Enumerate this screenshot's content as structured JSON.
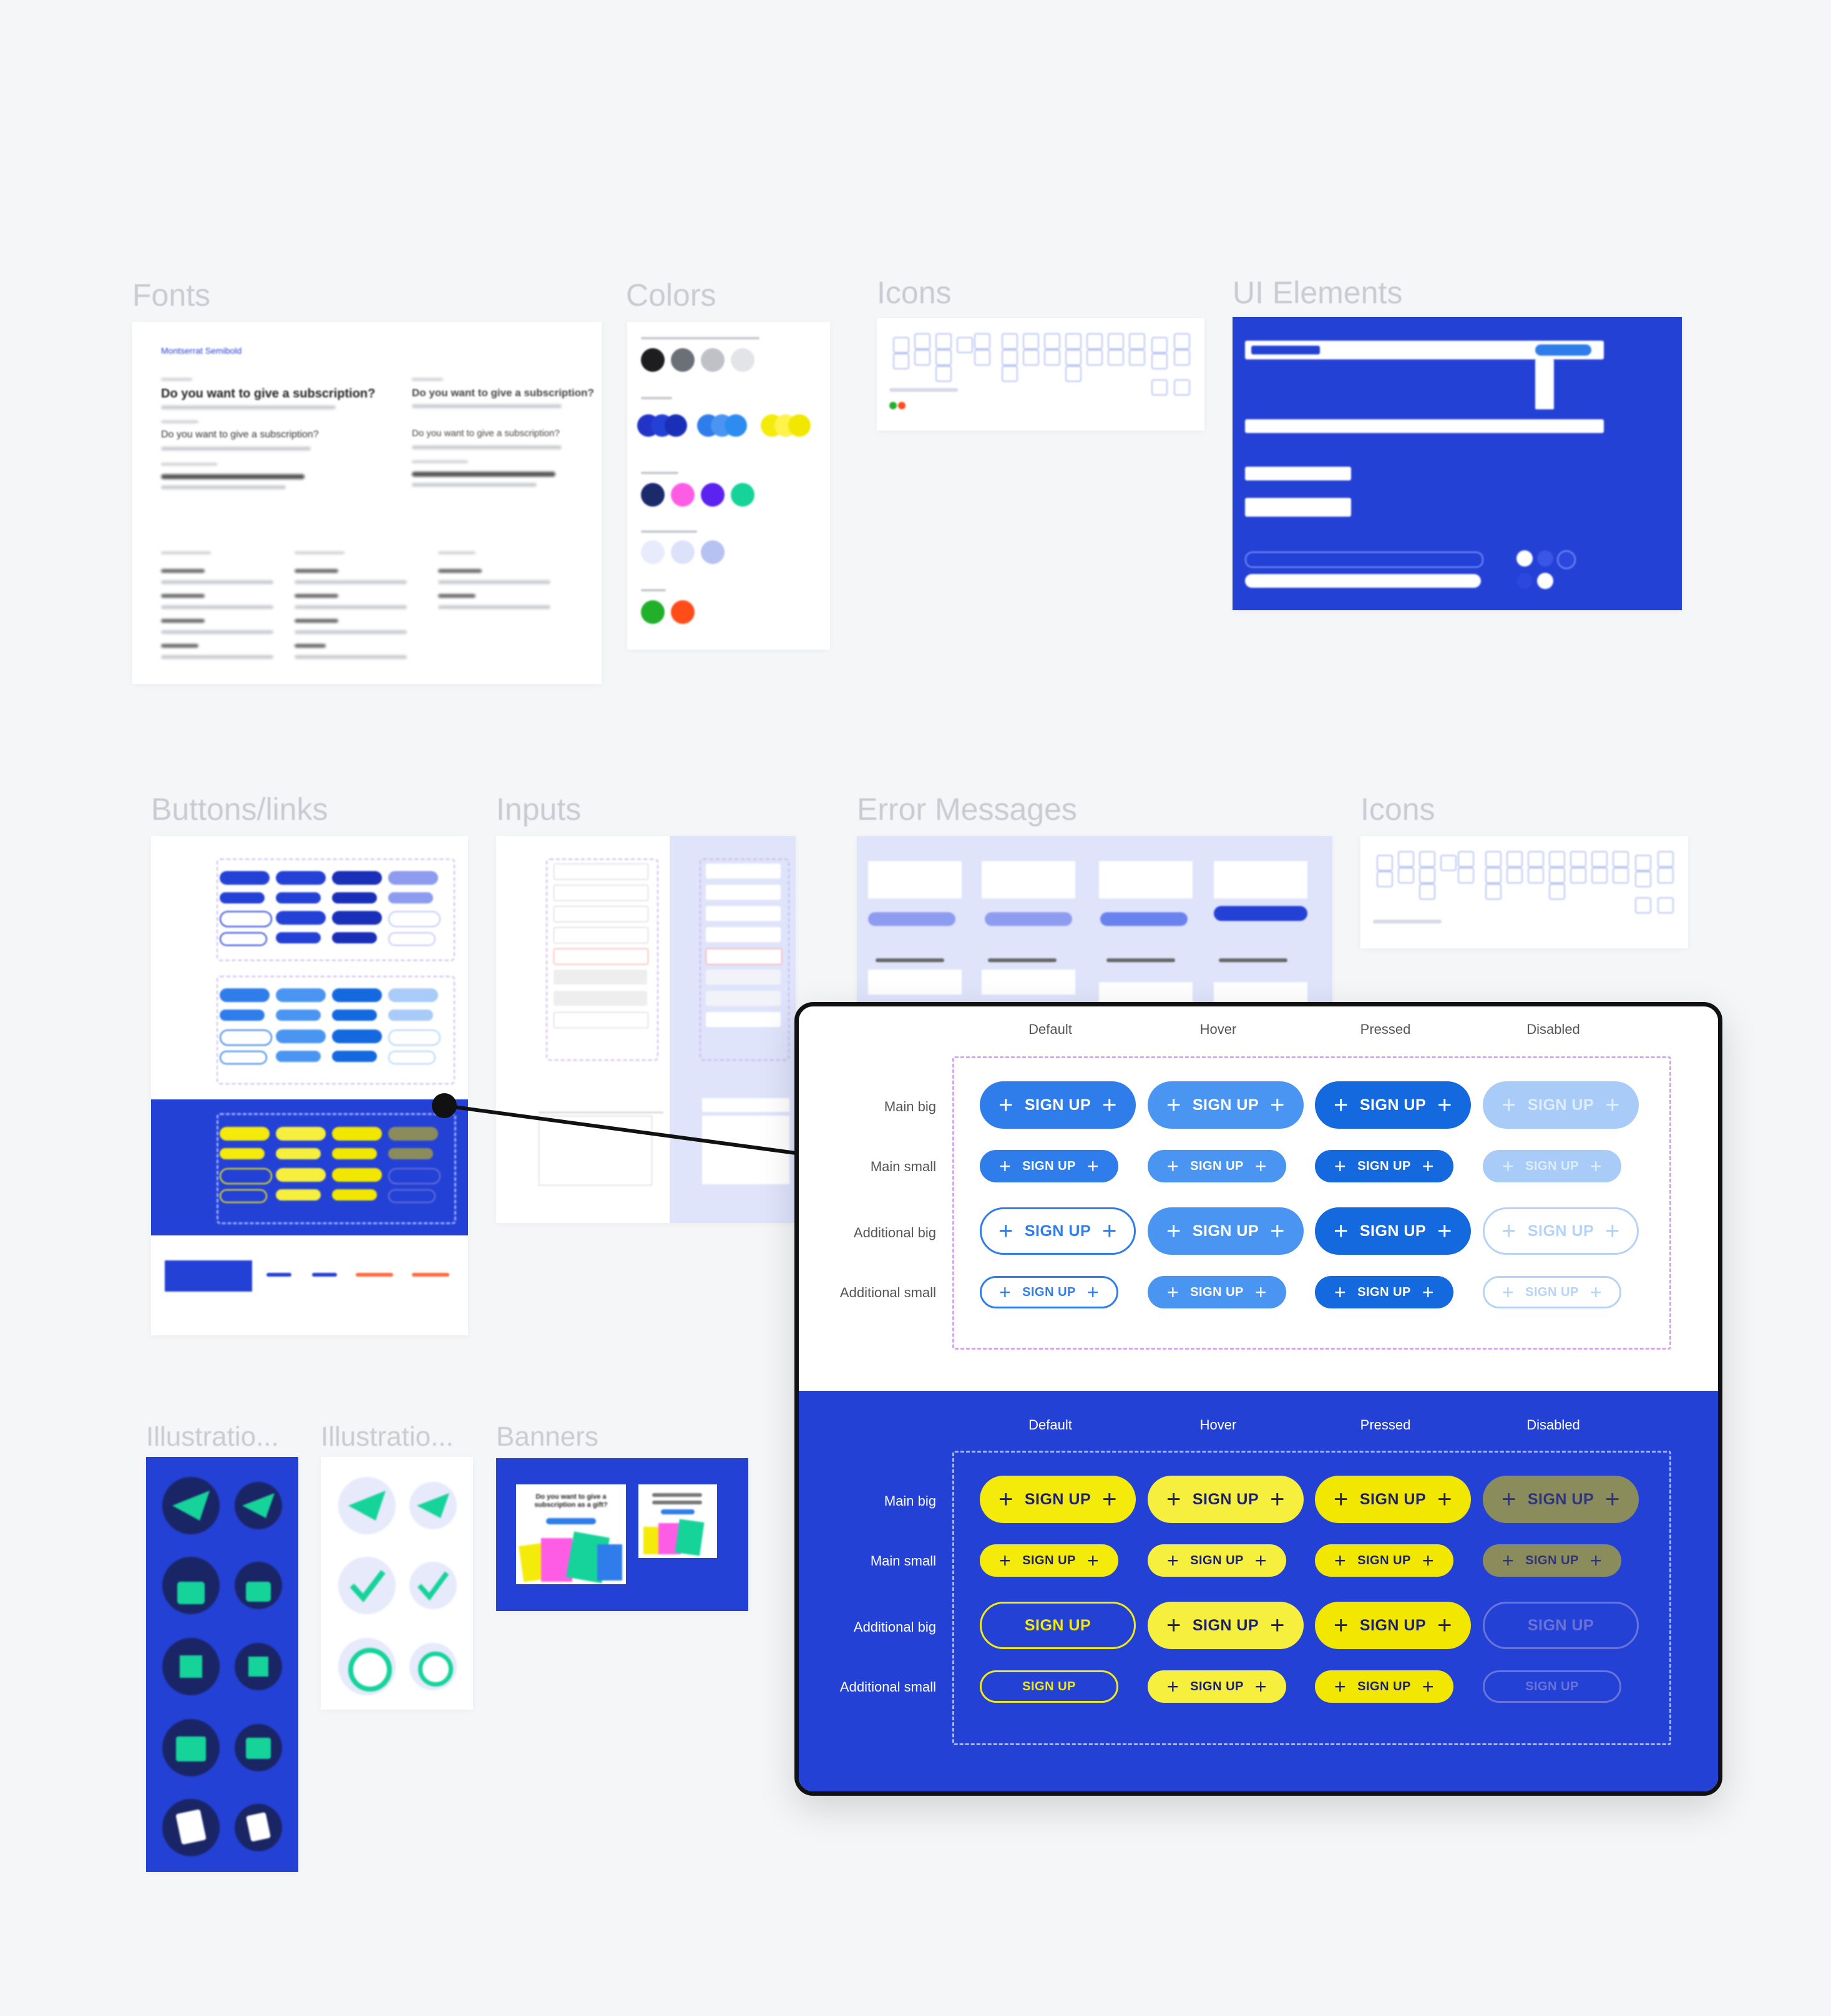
{
  "sections": {
    "fonts": "Fonts",
    "colors": "Colors",
    "icons_top": "Icons",
    "ui_elements": "UI Elements",
    "buttons_links": "Buttons/links",
    "inputs": "Inputs",
    "error_messages": "Error Messages",
    "icons_right": "Icons",
    "illustrations_1": "Illustratio...",
    "illustrations_2": "Illustratio...",
    "banners": "Banners"
  },
  "fonts_card": {
    "brand": "Montserrat Semibold",
    "heading_a": "Do you want to give a subscription?",
    "heading_b": "Do you want to give a subscription?",
    "heading_c": "Do you want to give a subscription?",
    "heading_d": "Do you want to give a subscription?"
  },
  "banner_card": {
    "title": "Do you want to give a subscription as a gift?"
  },
  "zoom": {
    "columns": [
      "Default",
      "Hover",
      "Pressed",
      "Disabled"
    ],
    "rows": [
      "Main big",
      "Main small",
      "Additional big",
      "Additional small"
    ],
    "button_label": "SIGN UP",
    "plus_glyph": "+"
  },
  "colors": {
    "accent_blue": "#2441d6",
    "button_blue": "#2e7dea",
    "button_yellow": "#f5eb0b",
    "swatches_neutral": [
      "#1d1d1f",
      "#6b6f78",
      "#bfc1c6",
      "#e3e4e7",
      "#f7f7f8"
    ],
    "swatches_accent": [
      "#1b2a6b",
      "#ff5ce6",
      "#5b22f0",
      "#16d39a"
    ],
    "swatches_bg": [
      "#e8ebfb",
      "#dde2fb",
      "#b6c2f1"
    ],
    "swatches_status": [
      "#22b02b",
      "#ff4d1a"
    ]
  }
}
